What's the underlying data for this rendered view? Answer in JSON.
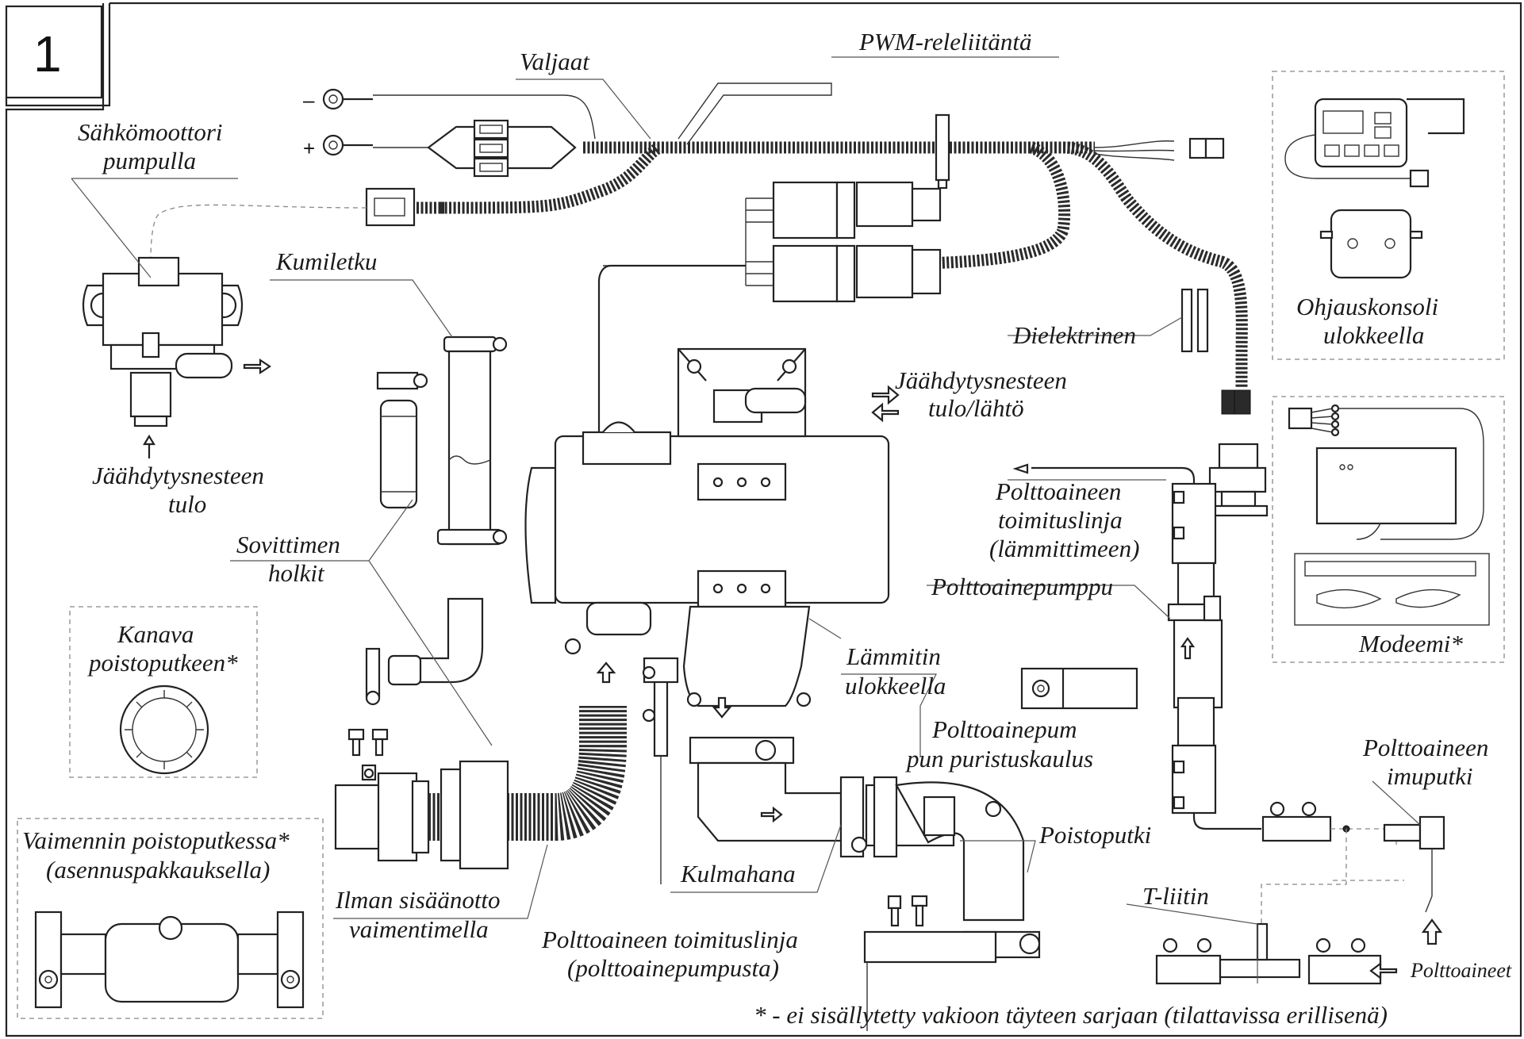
{
  "figure_number": "1",
  "labels": {
    "harness": "Valjaat",
    "pwm_relay": "PWM-releliitäntä",
    "motor_pump_line1": "Sähkömoottori",
    "motor_pump_line2": "pumpulla",
    "rubber_hose": "Kumiletku",
    "dielectric": "Dielektrinen",
    "control_console_line1": "Ohjauskonsoli",
    "control_console_line2": "ulokkeella",
    "coolant_inout_line1": "Jäähdytysnesteen",
    "coolant_inout_line2": "tulo/lähtö",
    "coolant_in_line1": "Jäähdytysnesteen",
    "coolant_in_line2": "tulo",
    "adapter_sleeves_line1": "Sovittimen",
    "adapter_sleeves_line2": "holkit",
    "fuel_supply_heater_line1": "Polttoaineen",
    "fuel_supply_heater_line2": "toimituslinja",
    "fuel_supply_heater_line3": "(lämmittimeen)",
    "fuel_pump": "Polttoainepumppu",
    "exhaust_channel_line1": "Kanava",
    "exhaust_channel_line2": "poistoputkeen*",
    "heater_bracket_line1": "Lämmitin",
    "heater_bracket_line2": "ulokkeella",
    "modem": "Modeemi*",
    "pump_clamp_line1": "Polttoainepum",
    "pump_clamp_line2": "pun puristuskaulus",
    "fuel_intake_line1": "Polttoaineen",
    "fuel_intake_line2": "imuputki",
    "muffler_exhaust_line1": "Vaimennin poistoputkessa*",
    "muffler_exhaust_line2": "(asennuspakkauksella)",
    "air_intake_line1": "Ilman sisäänotto",
    "air_intake_line2": "vaimentimella",
    "exhaust_pipe": "Poistoputki",
    "elbow": "Kulmahana",
    "t_connector": "T-liitin",
    "fuel_supply_pump_line1": "Polttoaineen toimituslinja",
    "fuel_supply_pump_line2": "(polttoainepumpusta)",
    "fuel": "Polttoaineet",
    "footnote": "* - ei sisällytetty vakioon täyteen sarjaan (tilattavissa erillisenä)"
  },
  "symbols": {
    "minus": "–",
    "plus": "+"
  }
}
